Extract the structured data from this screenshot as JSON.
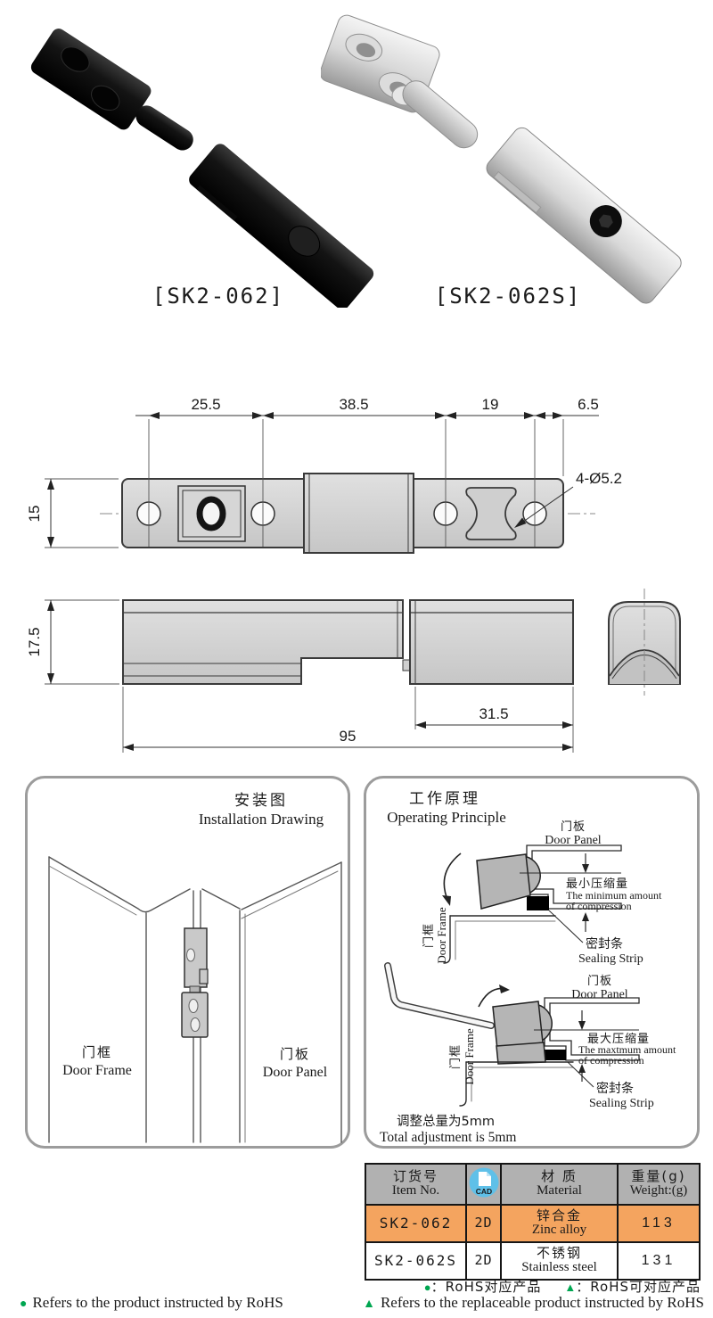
{
  "colors": {
    "orange": "#F4A45F",
    "gray": "#B1B1B1",
    "blue": "#5FC0E8",
    "green": "#00A651"
  },
  "products": {
    "black_label": "[SK2-062]",
    "steel_label": "[SK2-062S]"
  },
  "top_view": {
    "d1": "25.5",
    "d2": "38.5",
    "d3": "19",
    "d4": "6.5",
    "h": "15",
    "callout": "4-Ø5.2"
  },
  "side_view": {
    "h": "17.5",
    "d1": "31.5",
    "d2": "95"
  },
  "install": {
    "title_zh": "安装图",
    "title_en": "Installation Drawing",
    "frame_zh": "门框",
    "frame_en": "Door Frame",
    "panel_zh": "门板",
    "panel_en": "Door Panel"
  },
  "operate": {
    "title_zh": "工作原理",
    "title_en": "Operating Principle",
    "panel_zh": "门板",
    "panel_en": "Door Panel",
    "frame_zh": "门框",
    "frame_en": "Door Frame",
    "min_zh": "最小压缩量",
    "min_en1": "The minimum amount",
    "min_en2": "of compression",
    "max_zh": "最大压缩量",
    "max_en1": "The maxtmum amount",
    "max_en2": "of compression",
    "seal_zh": "密封条",
    "seal_en": "Sealing Strip",
    "note_zh": "调整总量为5mm",
    "note_en": "Total adjustment is 5mm"
  },
  "table": {
    "h1_zh": "订货号",
    "h1_en": "Item No.",
    "cad_icon_label": "CAD",
    "h3_zh": "材 质",
    "h3_en": "Material",
    "h4_zh": "重量(g)",
    "h4_en": "Weight:(g)",
    "rows": [
      {
        "item": "SK2-062",
        "cad": "2D",
        "mat_zh": "锌合金",
        "mat_en": "Zinc alloy",
        "wt": "113"
      },
      {
        "item": "SK2-062S",
        "cad": "2D",
        "mat_zh": "不锈钢",
        "mat_en": "Stainless steel",
        "wt": "131"
      }
    ]
  },
  "footer": {
    "dot": "●",
    "tri": "▲",
    "legend_dot": "：RoHS对应产品",
    "legend_tri": "：RoHS可对应产品",
    "note_dot": "Refers to the product instructed by RoHS",
    "note_tri": "Refers to the replaceable product instructed by RoHS"
  }
}
